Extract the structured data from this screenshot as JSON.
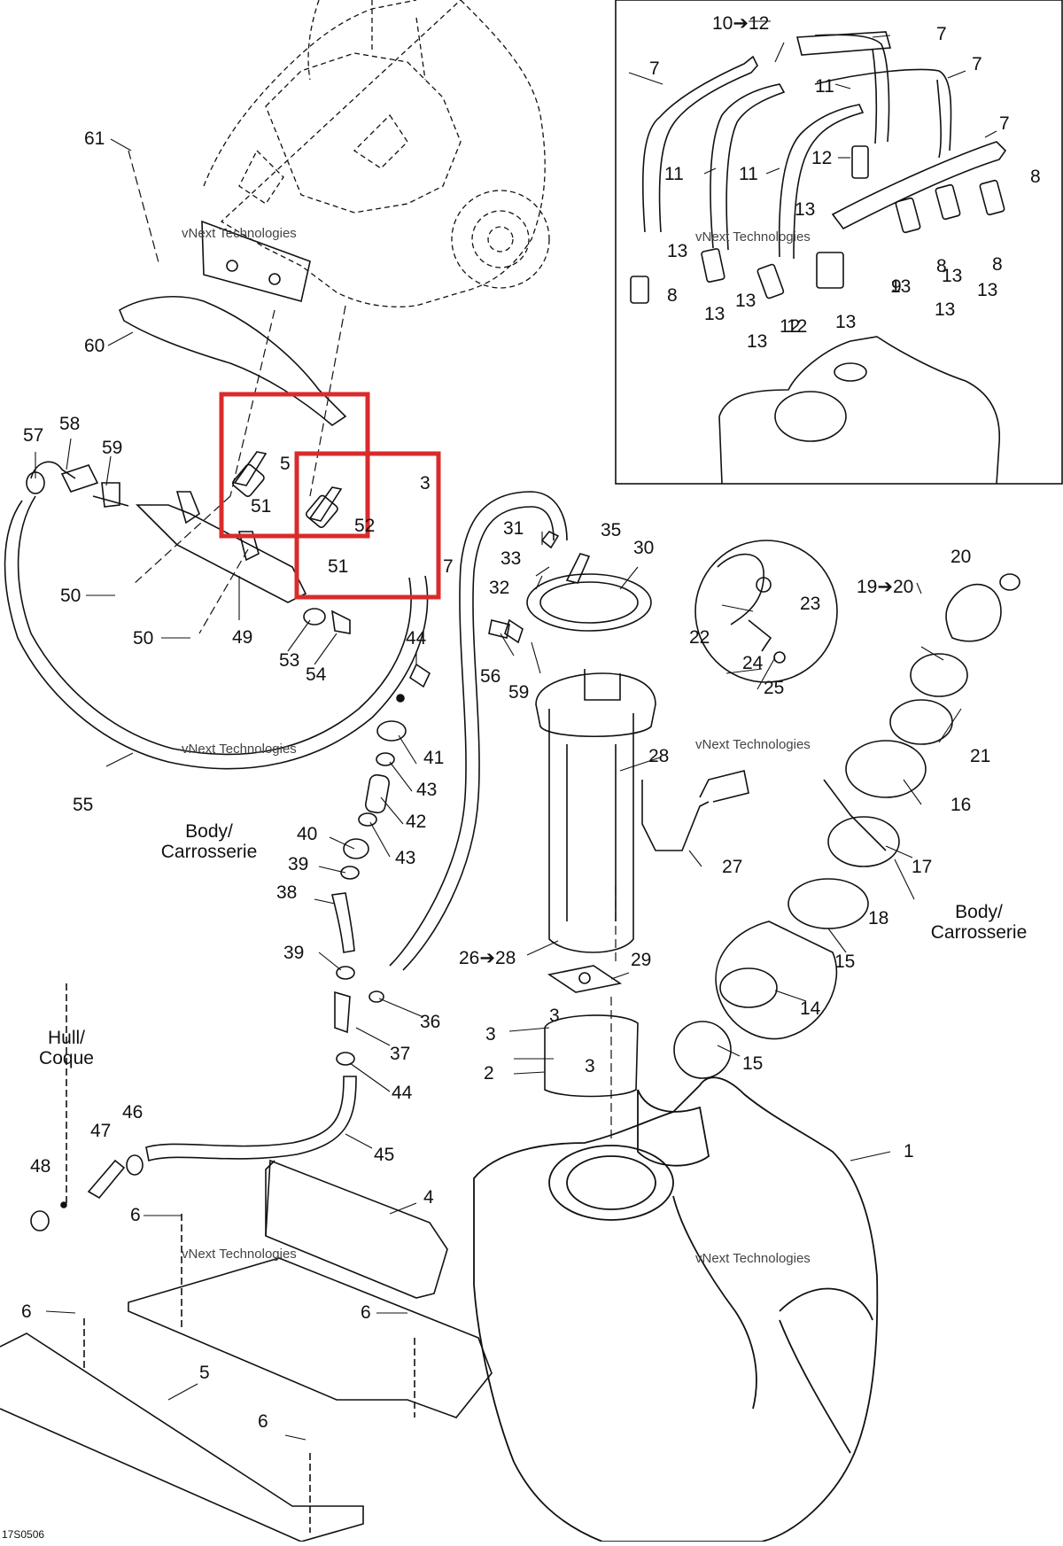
{
  "diagram": {
    "figure_code": "17S0506",
    "watermark": {
      "line1": "vNext",
      "line2": "Technologies",
      "full": "vNext Technologies"
    },
    "texts": {
      "body_left": [
        "Body/",
        "Carrosserie"
      ],
      "body_right": [
        "Body/",
        "Carrosserie"
      ],
      "hull": [
        "Hull/",
        "Coque"
      ]
    },
    "callouts": [
      "61",
      "60",
      "57",
      "58",
      "59",
      "5",
      "51",
      "52",
      "51",
      "3",
      "7",
      "50",
      "50",
      "49",
      "53",
      "54",
      "44",
      "41",
      "43",
      "42",
      "43",
      "40",
      "39",
      "38",
      "39",
      "36",
      "37",
      "44",
      "45",
      "55",
      "31",
      "35",
      "33",
      "30",
      "32",
      "56",
      "59",
      "28",
      "27",
      "26➔28",
      "29",
      "3",
      "3",
      "3",
      "2",
      "20",
      "19➔20",
      "23",
      "22",
      "24",
      "25",
      "21",
      "16",
      "17",
      "18",
      "15",
      "14",
      "15",
      "1",
      "4",
      "46",
      "47",
      "48",
      "6",
      "6",
      "6",
      "6",
      "5",
      "10➔12",
      "7",
      "7",
      "7",
      "7",
      "11",
      "11",
      "11",
      "12",
      "13",
      "13",
      "13",
      "13",
      "8",
      "13",
      "12",
      "13",
      "12",
      "13",
      "9",
      "13",
      "8",
      "13",
      "8",
      "13",
      "8"
    ]
  },
  "highlights": {
    "color": "#d92b2b"
  }
}
